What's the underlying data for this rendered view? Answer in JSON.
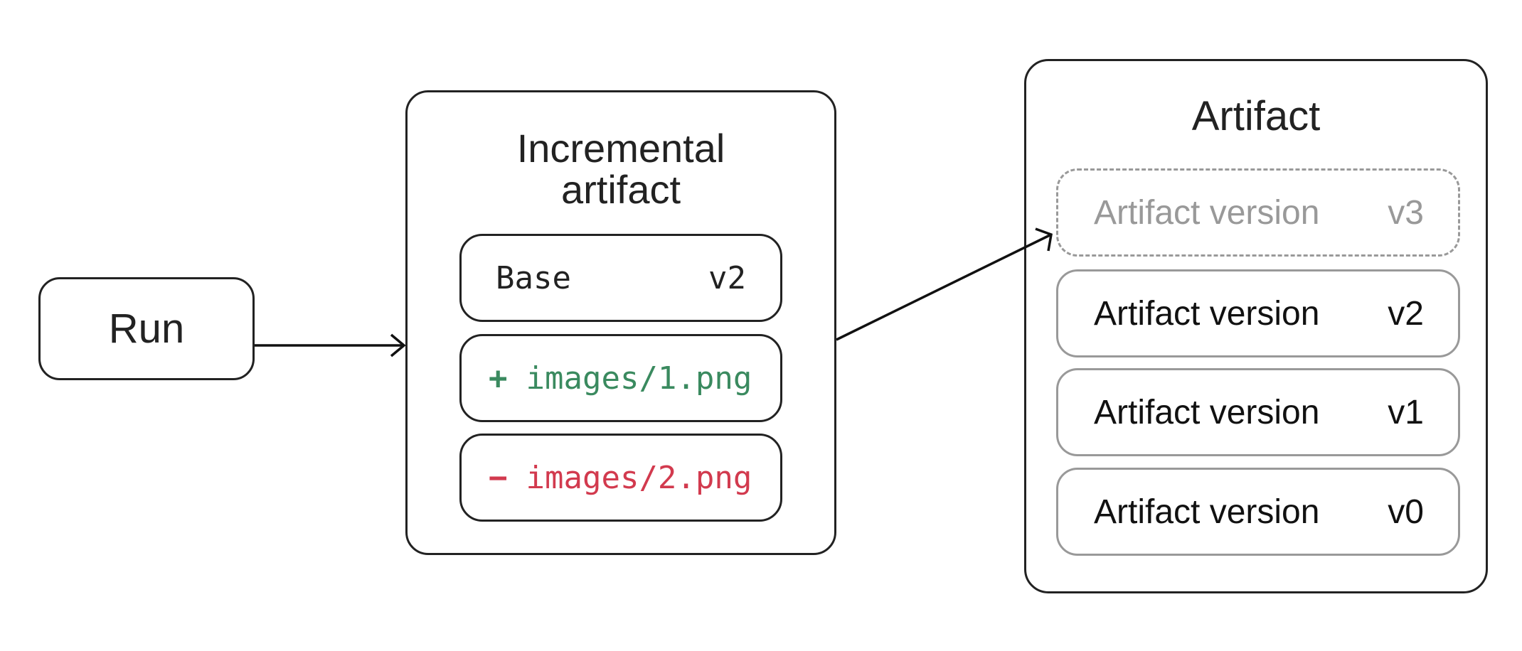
{
  "run": {
    "label": "Run"
  },
  "incremental_artifact": {
    "title_line1": "Incremental",
    "title_line2": "artifact",
    "base": {
      "label": "Base",
      "version": "v2"
    },
    "changes": [
      {
        "sign": "+",
        "path": "images/1.png",
        "type": "added",
        "color": "#3a8a5f"
      },
      {
        "sign": "−",
        "path": "images/2.png",
        "type": "removed",
        "color": "#d23a4e"
      }
    ]
  },
  "artifact": {
    "title": "Artifact",
    "versions": [
      {
        "label": "Artifact version",
        "version": "v3",
        "status": "pending"
      },
      {
        "label": "Artifact version",
        "version": "v2",
        "status": "existing"
      },
      {
        "label": "Artifact version",
        "version": "v1",
        "status": "existing"
      },
      {
        "label": "Artifact version",
        "version": "v0",
        "status": "existing"
      }
    ]
  }
}
